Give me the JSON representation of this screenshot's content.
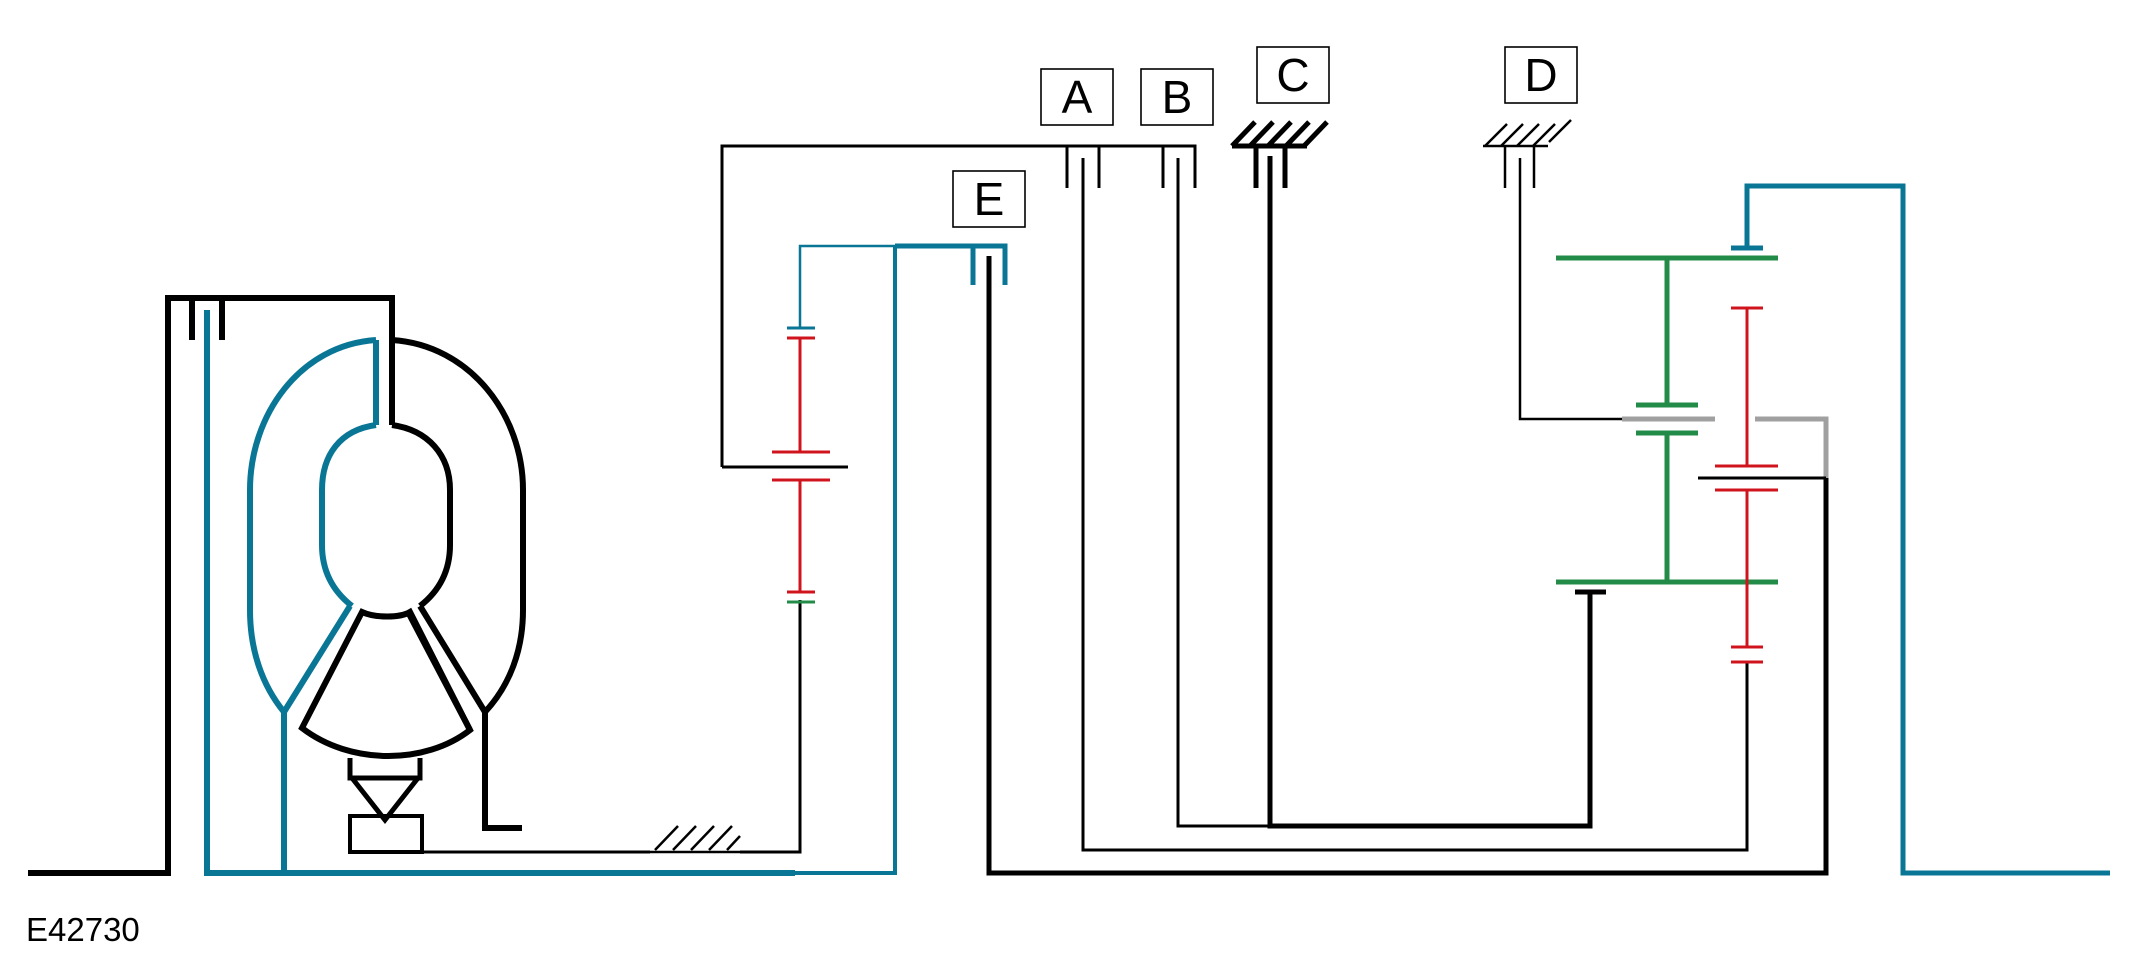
{
  "labels": {
    "a": "A",
    "b": "B",
    "c": "C",
    "d": "D",
    "e": "E"
  },
  "reference": "E42730",
  "colors": {
    "black": "#000000",
    "blue": "#0a7696",
    "red": "#d0141e",
    "green": "#238b48",
    "gray": "#a0a0a0"
  }
}
